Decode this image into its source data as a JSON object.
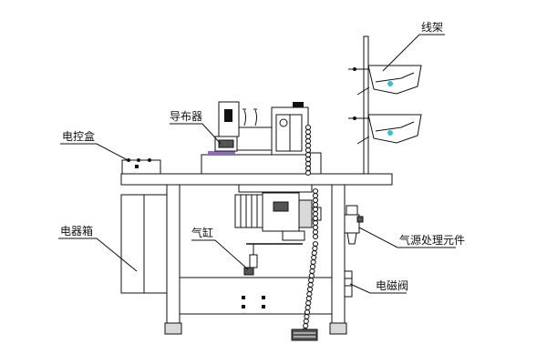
{
  "labels": {
    "thread_stand": "线架",
    "fabric_guide": "导布器",
    "control_box": "电控盒",
    "electrical_box": "电器箱",
    "air_cylinder": "气缸",
    "air_source_unit": "气源处理元件",
    "solenoid_valve": "电磁阀"
  },
  "colors": {
    "line": "#111111",
    "accent_cyan": "#35c0d0",
    "accent_purple": "#8b6fb5"
  }
}
